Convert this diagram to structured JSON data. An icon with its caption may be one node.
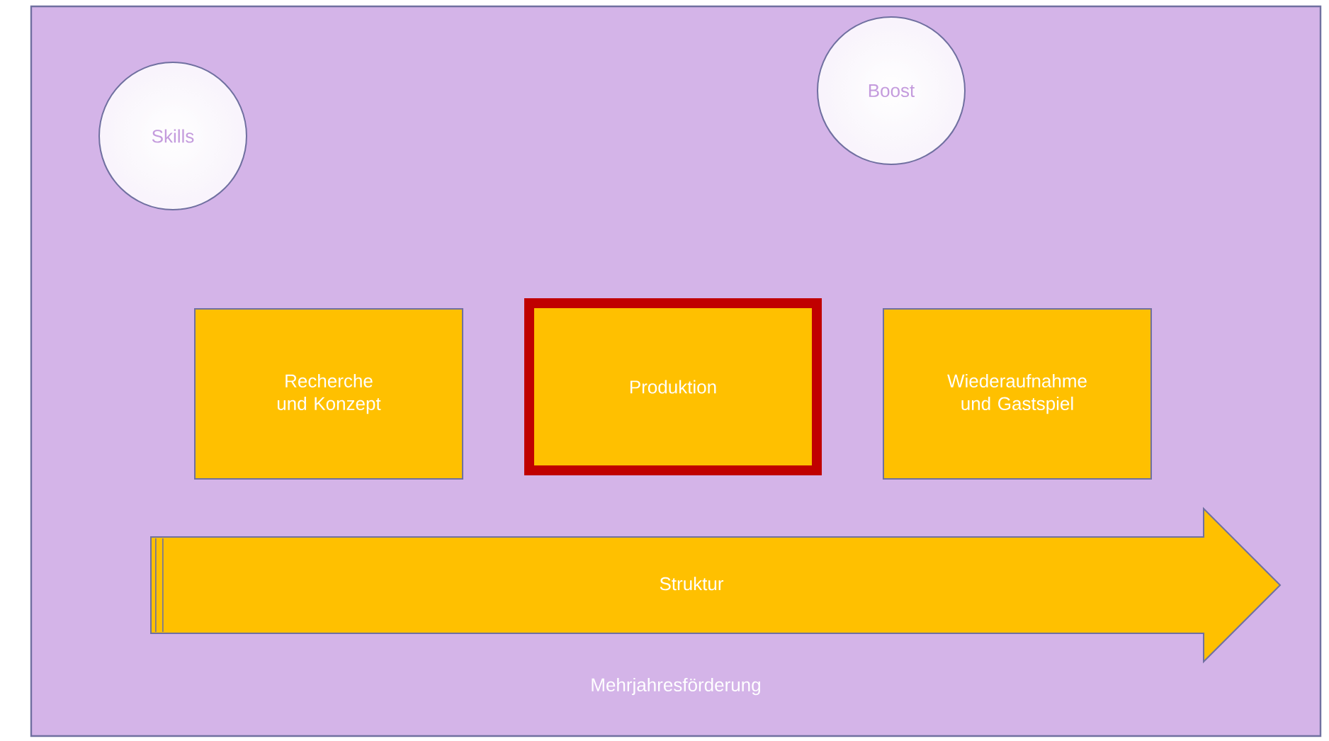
{
  "diagram": {
    "nodes": [
      {
        "text": [
          "Mehrjahresförderung"
        ]
      },
      {
        "text": [
          "Skills"
        ],
        "in": 0
      },
      {
        "text": [
          "Boost"
        ],
        "in": 0
      },
      {
        "text": [
          "Recherche und Konzept"
        ],
        "in": 0
      },
      {
        "text": [
          "Produktion"
        ],
        "in": 0
      },
      {
        "text": [
          "Wiederaufnahme und Gastspiel"
        ],
        "in": 0
      },
      {
        "text": [
          "Struktur"
        ],
        "in": 0
      }
    ]
  }
}
